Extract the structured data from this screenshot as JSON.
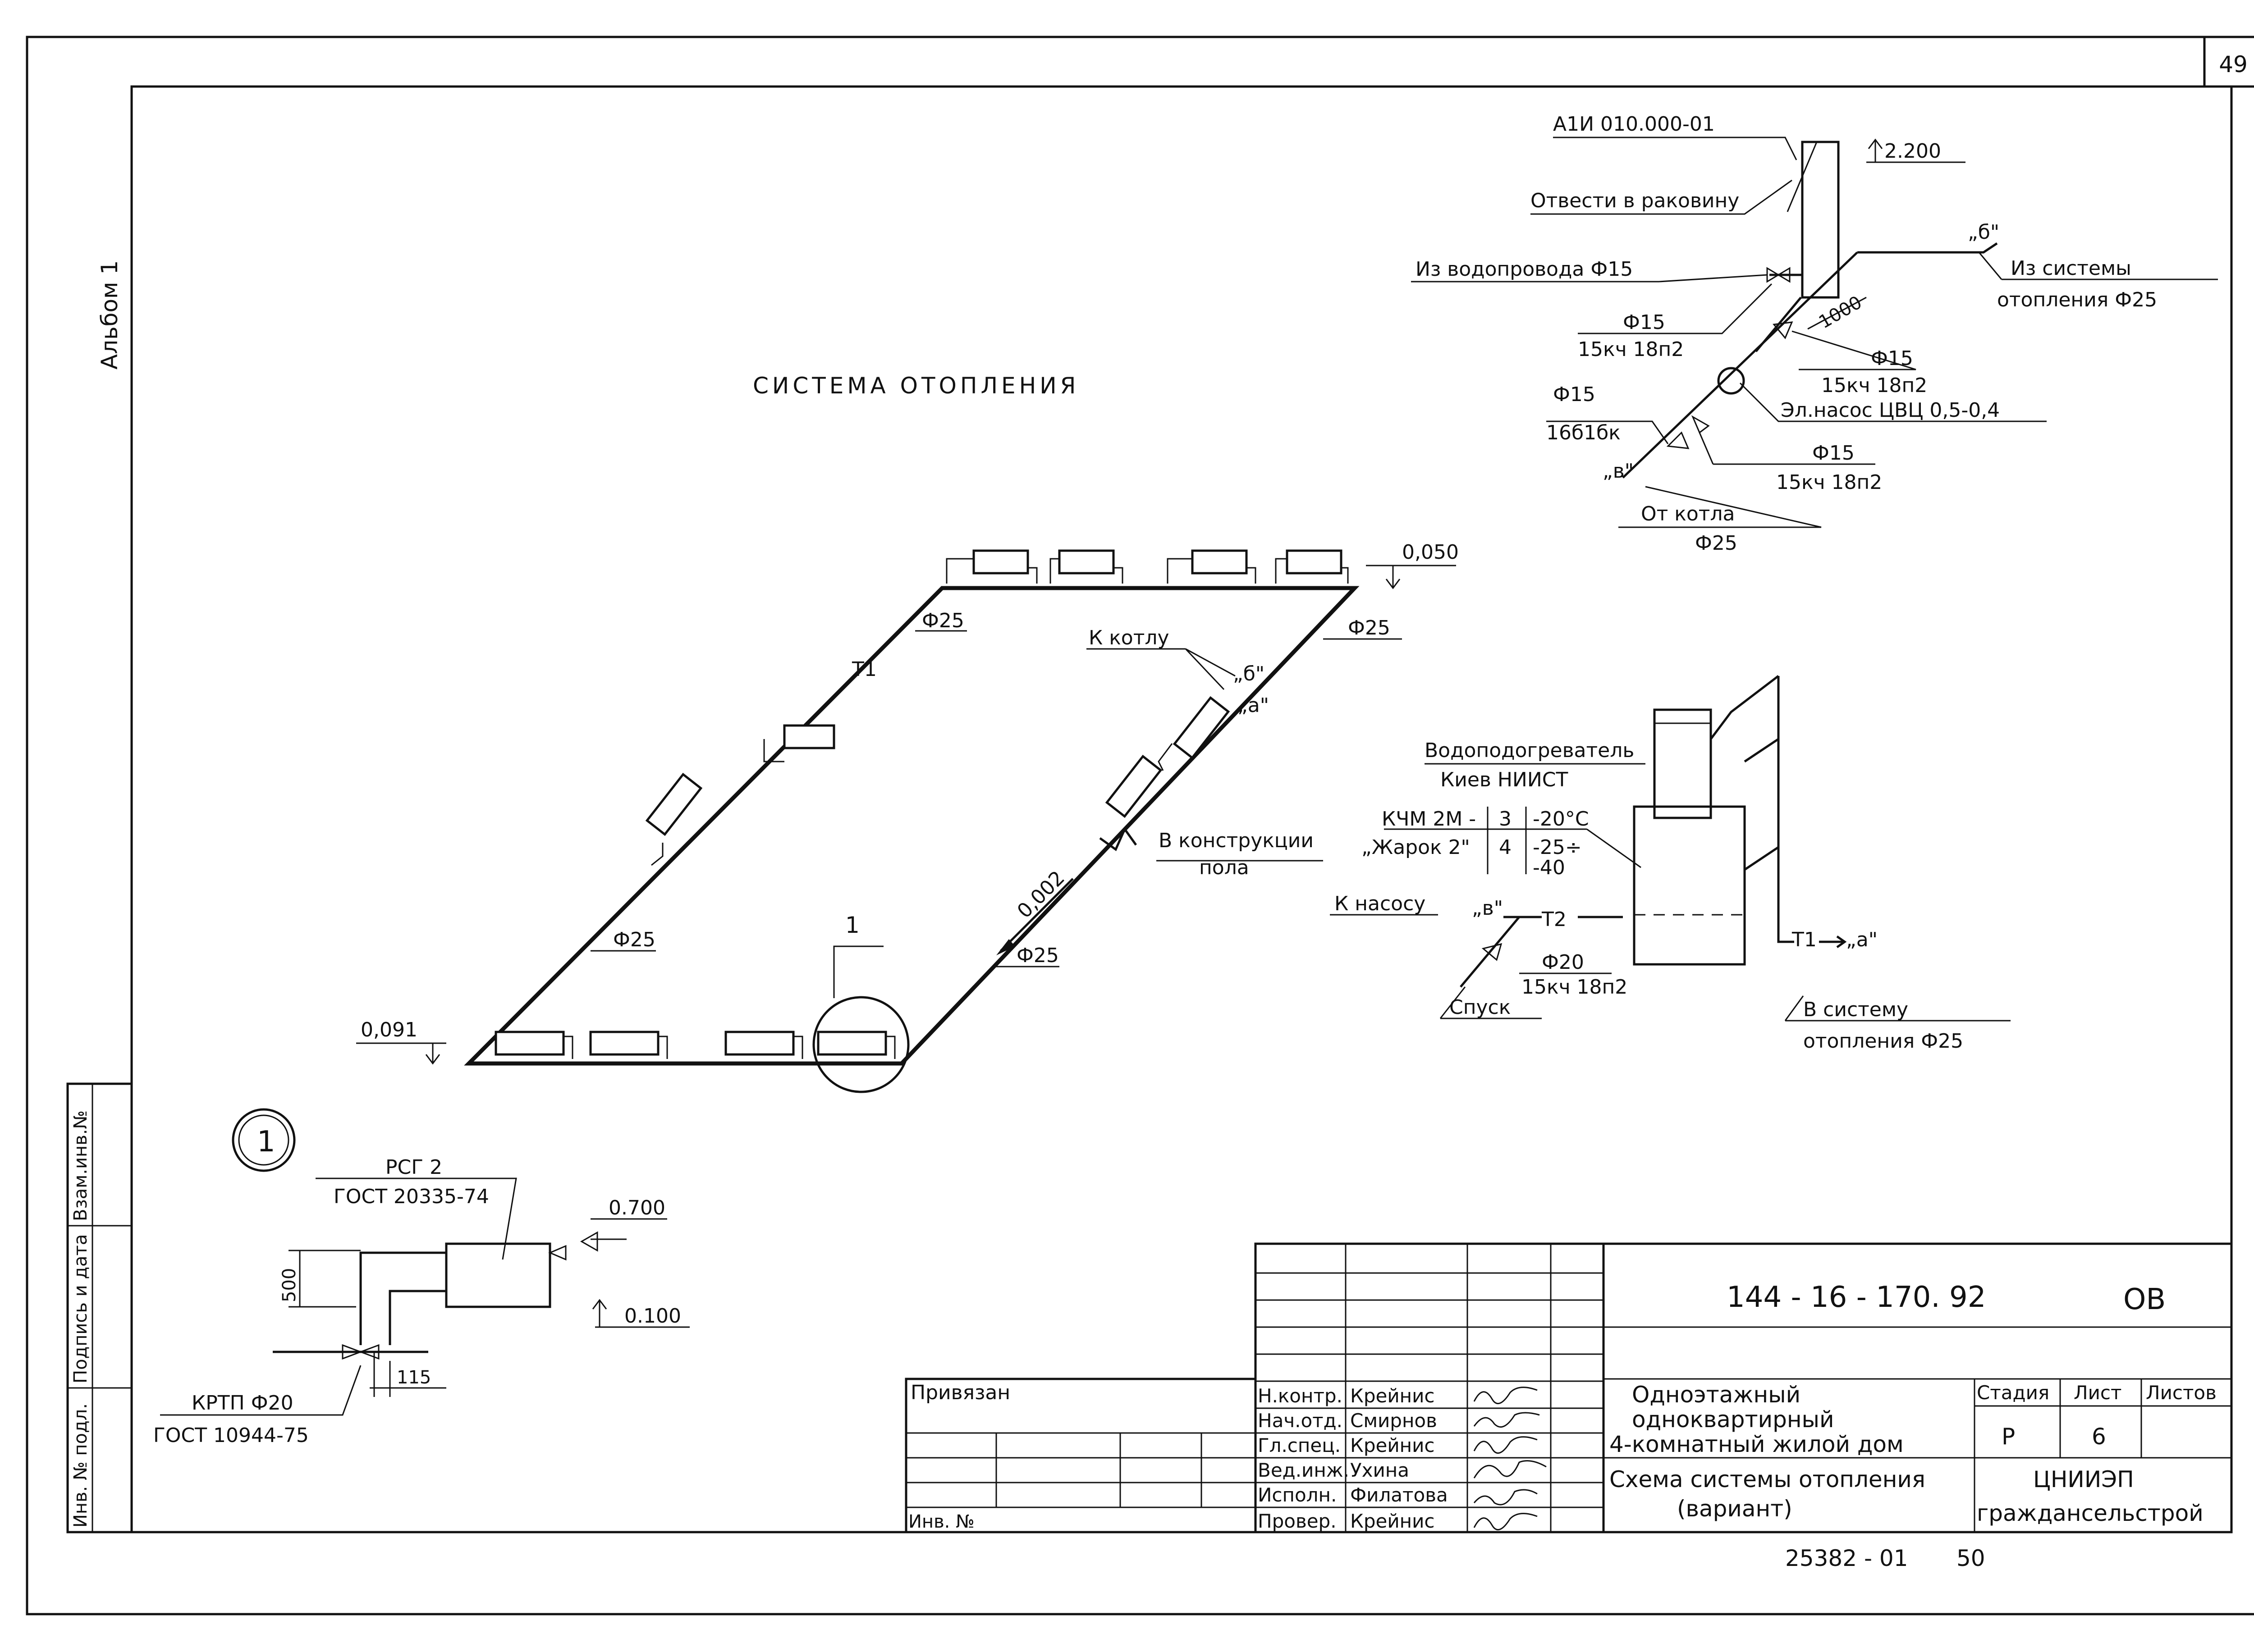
{
  "sheet_number": "49",
  "side_album": "Альбом 1",
  "side_block": [
    "Инв. № подл.",
    "Подпись и дата",
    "Взам.инв.№"
  ],
  "main_title": "СИСТЕМА ОТОПЛЕНИЯ",
  "plan": {
    "elev_right": "0,050",
    "elev_left": "0,091",
    "d25_top": "Ф25",
    "d25_right": "Ф25",
    "d25_left": "Ф25",
    "d25_bottom": "Ф25",
    "t1": "Т1",
    "slope": "0,002",
    "to_boiler": "К котлу",
    "mark_b": "„б\"",
    "mark_a": "„а\"",
    "in_floor_1": "В конструкции",
    "in_floor_2": "пола",
    "callout": "1"
  },
  "unit": {
    "heater_1": "Водоподогреватель",
    "heater_2": "Киев НИИСТ",
    "boiler_1": "КЧМ 2М -",
    "boiler_1_n": "3",
    "boiler_1_t": "-20°С",
    "boiler_2": "„Жарок 2\"",
    "boiler_2_n": "4",
    "boiler_2_t1": "-25÷",
    "boiler_2_t2": "-40",
    "to_pump": "К насосу",
    "mark_v": "„в\"",
    "t2": "Т2",
    "valve_d": "Ф20",
    "valve_code": "15кч 18п2",
    "drain": "Спуск",
    "t1": "Т1",
    "mark_a": "„а\"",
    "to_system_1": "В систему",
    "to_system_2": "отопления Ф25"
  },
  "pump": {
    "code": "А1И 010.000-01",
    "elev": "2.200",
    "sink": "Отвести в раковину",
    "from_water": "Из водопровода  Ф15",
    "v1_d": "Ф15",
    "v1_code": "15кч 18п2",
    "dim_1000": "1000",
    "from_sys_1": "Из системы",
    "from_sys_2": "отопления  Ф25",
    "mark_b": "„б\"",
    "v2_d": "Ф15",
    "v2_code": "15кч 18п2",
    "pump_name": "Эл.насос ЦВЦ 0,5-0,4",
    "v3_d": "Ф15",
    "v3_code": "16б1бк",
    "v4_d": "Ф15",
    "v4_code": "15кч 18п2",
    "mark_v": "„в\"",
    "from_boiler_1": "От котла",
    "from_boiler_2": "Ф25"
  },
  "detail": {
    "num": "1",
    "reg_name": "РСГ 2",
    "reg_gost": "ГОСТ 20335-74",
    "elev_top": "0.700",
    "elev_bot": "0.100",
    "dim_500": "500",
    "dim_115": "115",
    "valve_name": "КРТП  Ф20",
    "valve_gost": "ГОСТ 10944-75"
  },
  "title_block": {
    "code": "144 - 16 - 170. 92",
    "section": "ОВ",
    "bound": "Привязан",
    "inv_label": "Инв. №",
    "roles": [
      "Н.контр.",
      "Нач.отд.",
      "Гл.спец.",
      "Вед.инж.",
      "Исполн.",
      "Провер."
    ],
    "names": [
      "Крейнис",
      "Смирнов",
      "Крейнис",
      "Ухина",
      "Филатова",
      "Крейнис"
    ],
    "project_1": "Одноэтажный",
    "project_2": "одноквартирный",
    "project_3": "4-комнатный жилой дом",
    "sheet_title_1": "Схема системы отопления",
    "sheet_title_2": "(вариант)",
    "col_stage": "Стадия",
    "col_sheet": "Лист",
    "col_sheets": "Листов",
    "stage": "Р",
    "sheet": "6",
    "org_1": "ЦНИИЭП",
    "org_2": "граждансельстрой"
  },
  "footer": {
    "code": "25382 - 01",
    "page": "50"
  }
}
